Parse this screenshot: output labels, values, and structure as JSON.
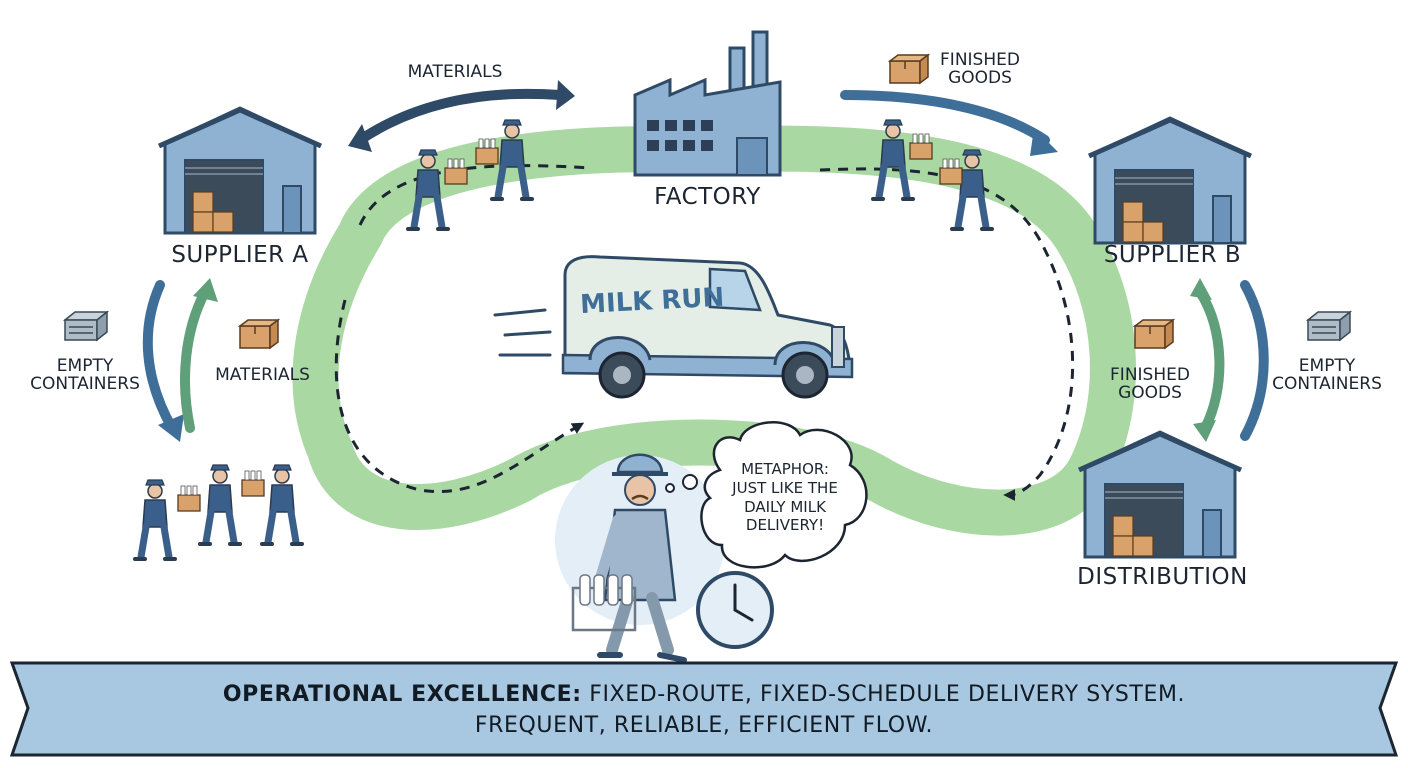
{
  "nodes": {
    "factory": "FACTORY",
    "supplier_a": "SUPPLIER A",
    "supplier_b": "SUPPLIER B",
    "distribution": "DISTRIBUTION"
  },
  "flows": {
    "top_left": "MATERIALS",
    "top_right_line1": "FINISHED",
    "top_right_line2": "GOODS",
    "left_outer_line1": "EMPTY",
    "left_outer_line2": "CONTAINERS",
    "left_inner": "MATERIALS",
    "right_inner_line1": "FINISHED",
    "right_inner_line2": "GOODS",
    "right_outer_line1": "EMPTY",
    "right_outer_line2": "CONTAINERS"
  },
  "truck": {
    "label": "MILK RUN"
  },
  "thought": {
    "line1": "METAPHOR:",
    "line2": "JUST LIKE THE",
    "line3": "DAILY MILK",
    "line4": "DELIVERY!"
  },
  "banner": {
    "lead": "OPERATIONAL EXCELLENCE:",
    "rest": " FIXED-ROUTE, FIXED-SCHEDULE DELIVERY SYSTEM.",
    "line2": "FREQUENT, RELIABLE, EFFICIENT FLOW."
  },
  "icons": {
    "building": "warehouse-icon",
    "factory": "factory-icon",
    "box": "box-icon",
    "crate": "empty-crate-icon",
    "clock": "clock-icon",
    "truck": "truck-icon",
    "worker": "worker-icon",
    "milkman": "milkman-icon"
  },
  "colors": {
    "route": "#a9d8a2",
    "building": "#8fb2d2",
    "outline": "#2f4a66",
    "arrow_blue": "#3f6f99",
    "arrow_green": "#5f9f7a",
    "banner": "#a7c8e0"
  }
}
